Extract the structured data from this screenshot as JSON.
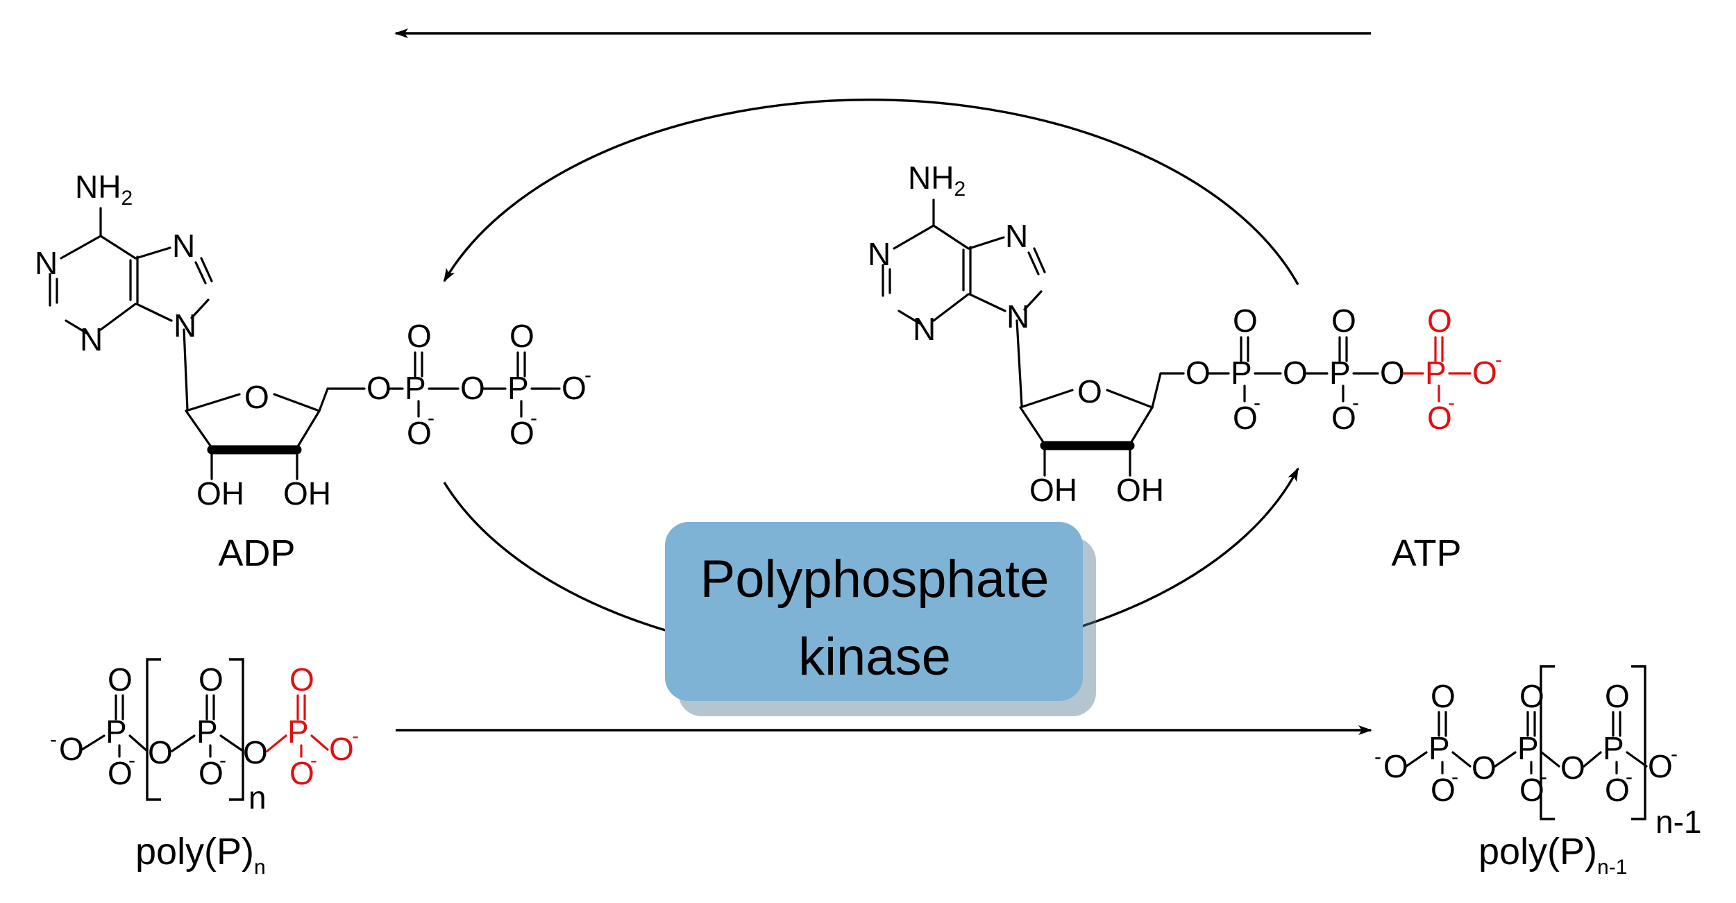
{
  "enzyme": {
    "line1": "Polyphosphate",
    "line2": "kinase",
    "fill": "#7fb3d5"
  },
  "compounds": {
    "adp": {
      "name": "ADP"
    },
    "atp": {
      "name": "ATP"
    },
    "polyp_n": {
      "base": "poly(P)",
      "subscript": "n",
      "bracket_index": "n"
    },
    "polyp_n1": {
      "base": "poly(P)",
      "subscript": "n-1",
      "bracket_index": "n-1"
    }
  },
  "atoms": {
    "nh": "NH",
    "two": "2",
    "n": "N",
    "o": "O",
    "p": "P",
    "oh": "OH",
    "minus": "-"
  },
  "colors": {
    "transferred_phosphate": "#e01010",
    "ink": "#000000"
  }
}
